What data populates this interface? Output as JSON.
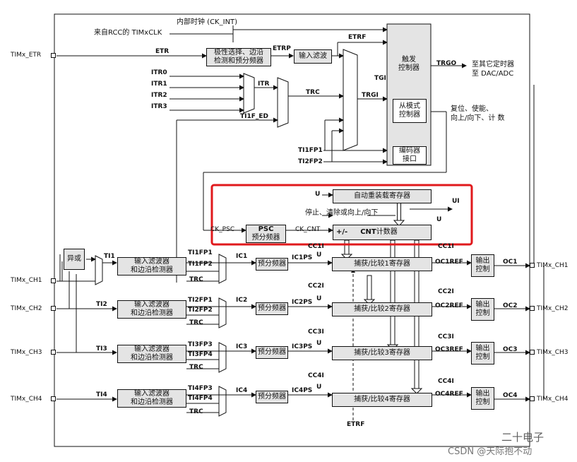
{
  "pins": {
    "etr": "TIMx_ETR",
    "ch1_in": "TIMx_CH1",
    "ch2_in": "TIMx_CH2",
    "ch3_in": "TIMx_CH3",
    "ch4_in": "TIMx_CH4",
    "ch1_out": "TIMx_CH1",
    "ch2_out": "TIMx_CH2",
    "ch3_out": "TIMx_CH3",
    "ch4_out": "TIMx_CH4"
  },
  "clock": {
    "internal": "内部时钟 (CK_INT)",
    "from_rcc": "来自RCC的 TIMxCLK"
  },
  "blocks": {
    "polarity": "极性选择、边沿\n检测和预分频器",
    "input_filter": "输入滤波",
    "trigger_ctrl": "触发\n控制器",
    "slave_ctrl": "从模式\n控制器",
    "encoder": "编码器\n接口",
    "xor": "异或",
    "filter_edge": "输入滤波器\n和边沿检测器",
    "prescaler": "预分频器",
    "psc_title": "PSC",
    "psc_sub": "预分频器",
    "autoreload": "自动重装载寄存器",
    "cnt_sign": "+/-",
    "cnt_name": "CNT",
    "cnt_suffix": " 计数器",
    "cc1": "捕获/比较1寄存器",
    "cc2": "捕获/比较2寄存器",
    "cc3": "捕获/比较3寄存器",
    "cc4": "捕获/比较4寄存器",
    "output_ctrl": "输出\n控制"
  },
  "signals": {
    "etr": "ETR",
    "etrp": "ETRP",
    "etrf": "ETRF",
    "itr0": "ITR0",
    "itr1": "ITR1",
    "itr2": "ITR2",
    "itr3": "ITR3",
    "itr": "ITR",
    "trc": "TRC",
    "tgi": "TGI",
    "trgi": "TRGI",
    "ti1f_ed": "TI1F_ED",
    "ti1fp1": "TI1FP1",
    "ti2fp2": "TI2FP2",
    "trgo": "TRGO",
    "ck_psc": "CK_PSC",
    "ck_cnt": "CK_CNT",
    "u": "U",
    "ui": "UI",
    "u_sub": "U",
    "ti1": "TI1",
    "ti2": "TI2",
    "ti3": "TI3",
    "ti4": "TI4",
    "ch1_fp1": "TI1FP1",
    "ch1_fp2": "TI1FP2",
    "ch2_fp1": "TI2FP1",
    "ch2_fp2": "TI2FP2",
    "ch3_fp3": "TI3FP3",
    "ch3_fp4": "TI3FP4",
    "ch4_fp3": "TI4FP3",
    "ch4_fp4": "TI4FP4",
    "ic1": "IC1",
    "ic2": "IC2",
    "ic3": "IC3",
    "ic4": "IC4",
    "ic1ps": "IC1PS",
    "ic2ps": "IC2PS",
    "ic3ps": "IC3PS",
    "ic4ps": "IC4PS",
    "cc1i": "CC1I",
    "cc2i": "CC2I",
    "cc3i": "CC3I",
    "cc4i": "CC4I",
    "oc1ref": "OC1REF",
    "oc2ref": "OC2REF",
    "oc3ref": "OC3REF",
    "oc4ref": "OC4REF",
    "oc1": "OC1",
    "oc2": "OC2",
    "oc3": "OC3",
    "oc4": "OC4",
    "etrf_bottom": "ETRF"
  },
  "notes": {
    "to_other_timers_1": "至其它定时器",
    "to_other_timers_2": "至 DAC/ADC",
    "reset_enable_1": "复位、使能、",
    "reset_enable_2": "向上/向下、计 数",
    "stop_clear": "停止、清除或向上/向下"
  },
  "watermark": {
    "brand": "二十电子",
    "site": "CSDN @天际抱不动"
  },
  "colors": {
    "highlight": "#e0191c",
    "block_fill": "#e4e4e4",
    "line": "#111111"
  }
}
